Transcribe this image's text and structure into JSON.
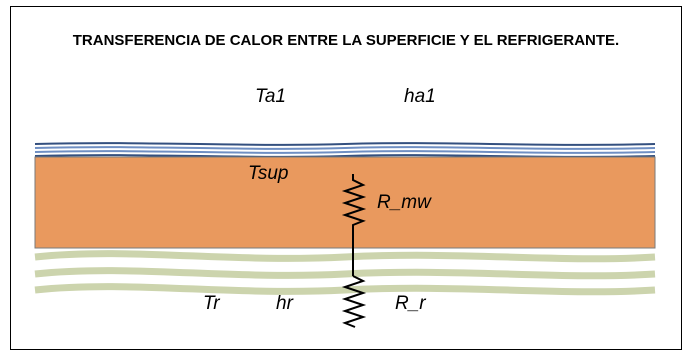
{
  "title": "TRANSFERENCIA DE CALOR ENTRE LA SUPERFICIE Y EL REFRIGERANTE.",
  "labels": {
    "ambient_temperature": "Ta1",
    "ambient_coefficient": "ha1",
    "surface_temperature": "Tsup",
    "wall_resistance": "R_mw",
    "refrigerant_temperature": "Tr",
    "refrigerant_coefficient": "hr",
    "refrigerant_resistance": "R_r"
  },
  "colors": {
    "air_lines": "#6f8fc3",
    "air_lines_dark": "#34507f",
    "wall_fill": "#e9995e",
    "wall_border": "#7a7a7a",
    "refrigerant_waves": "#ccd4ad",
    "resistor": "#000000",
    "frame": "#000000"
  }
}
